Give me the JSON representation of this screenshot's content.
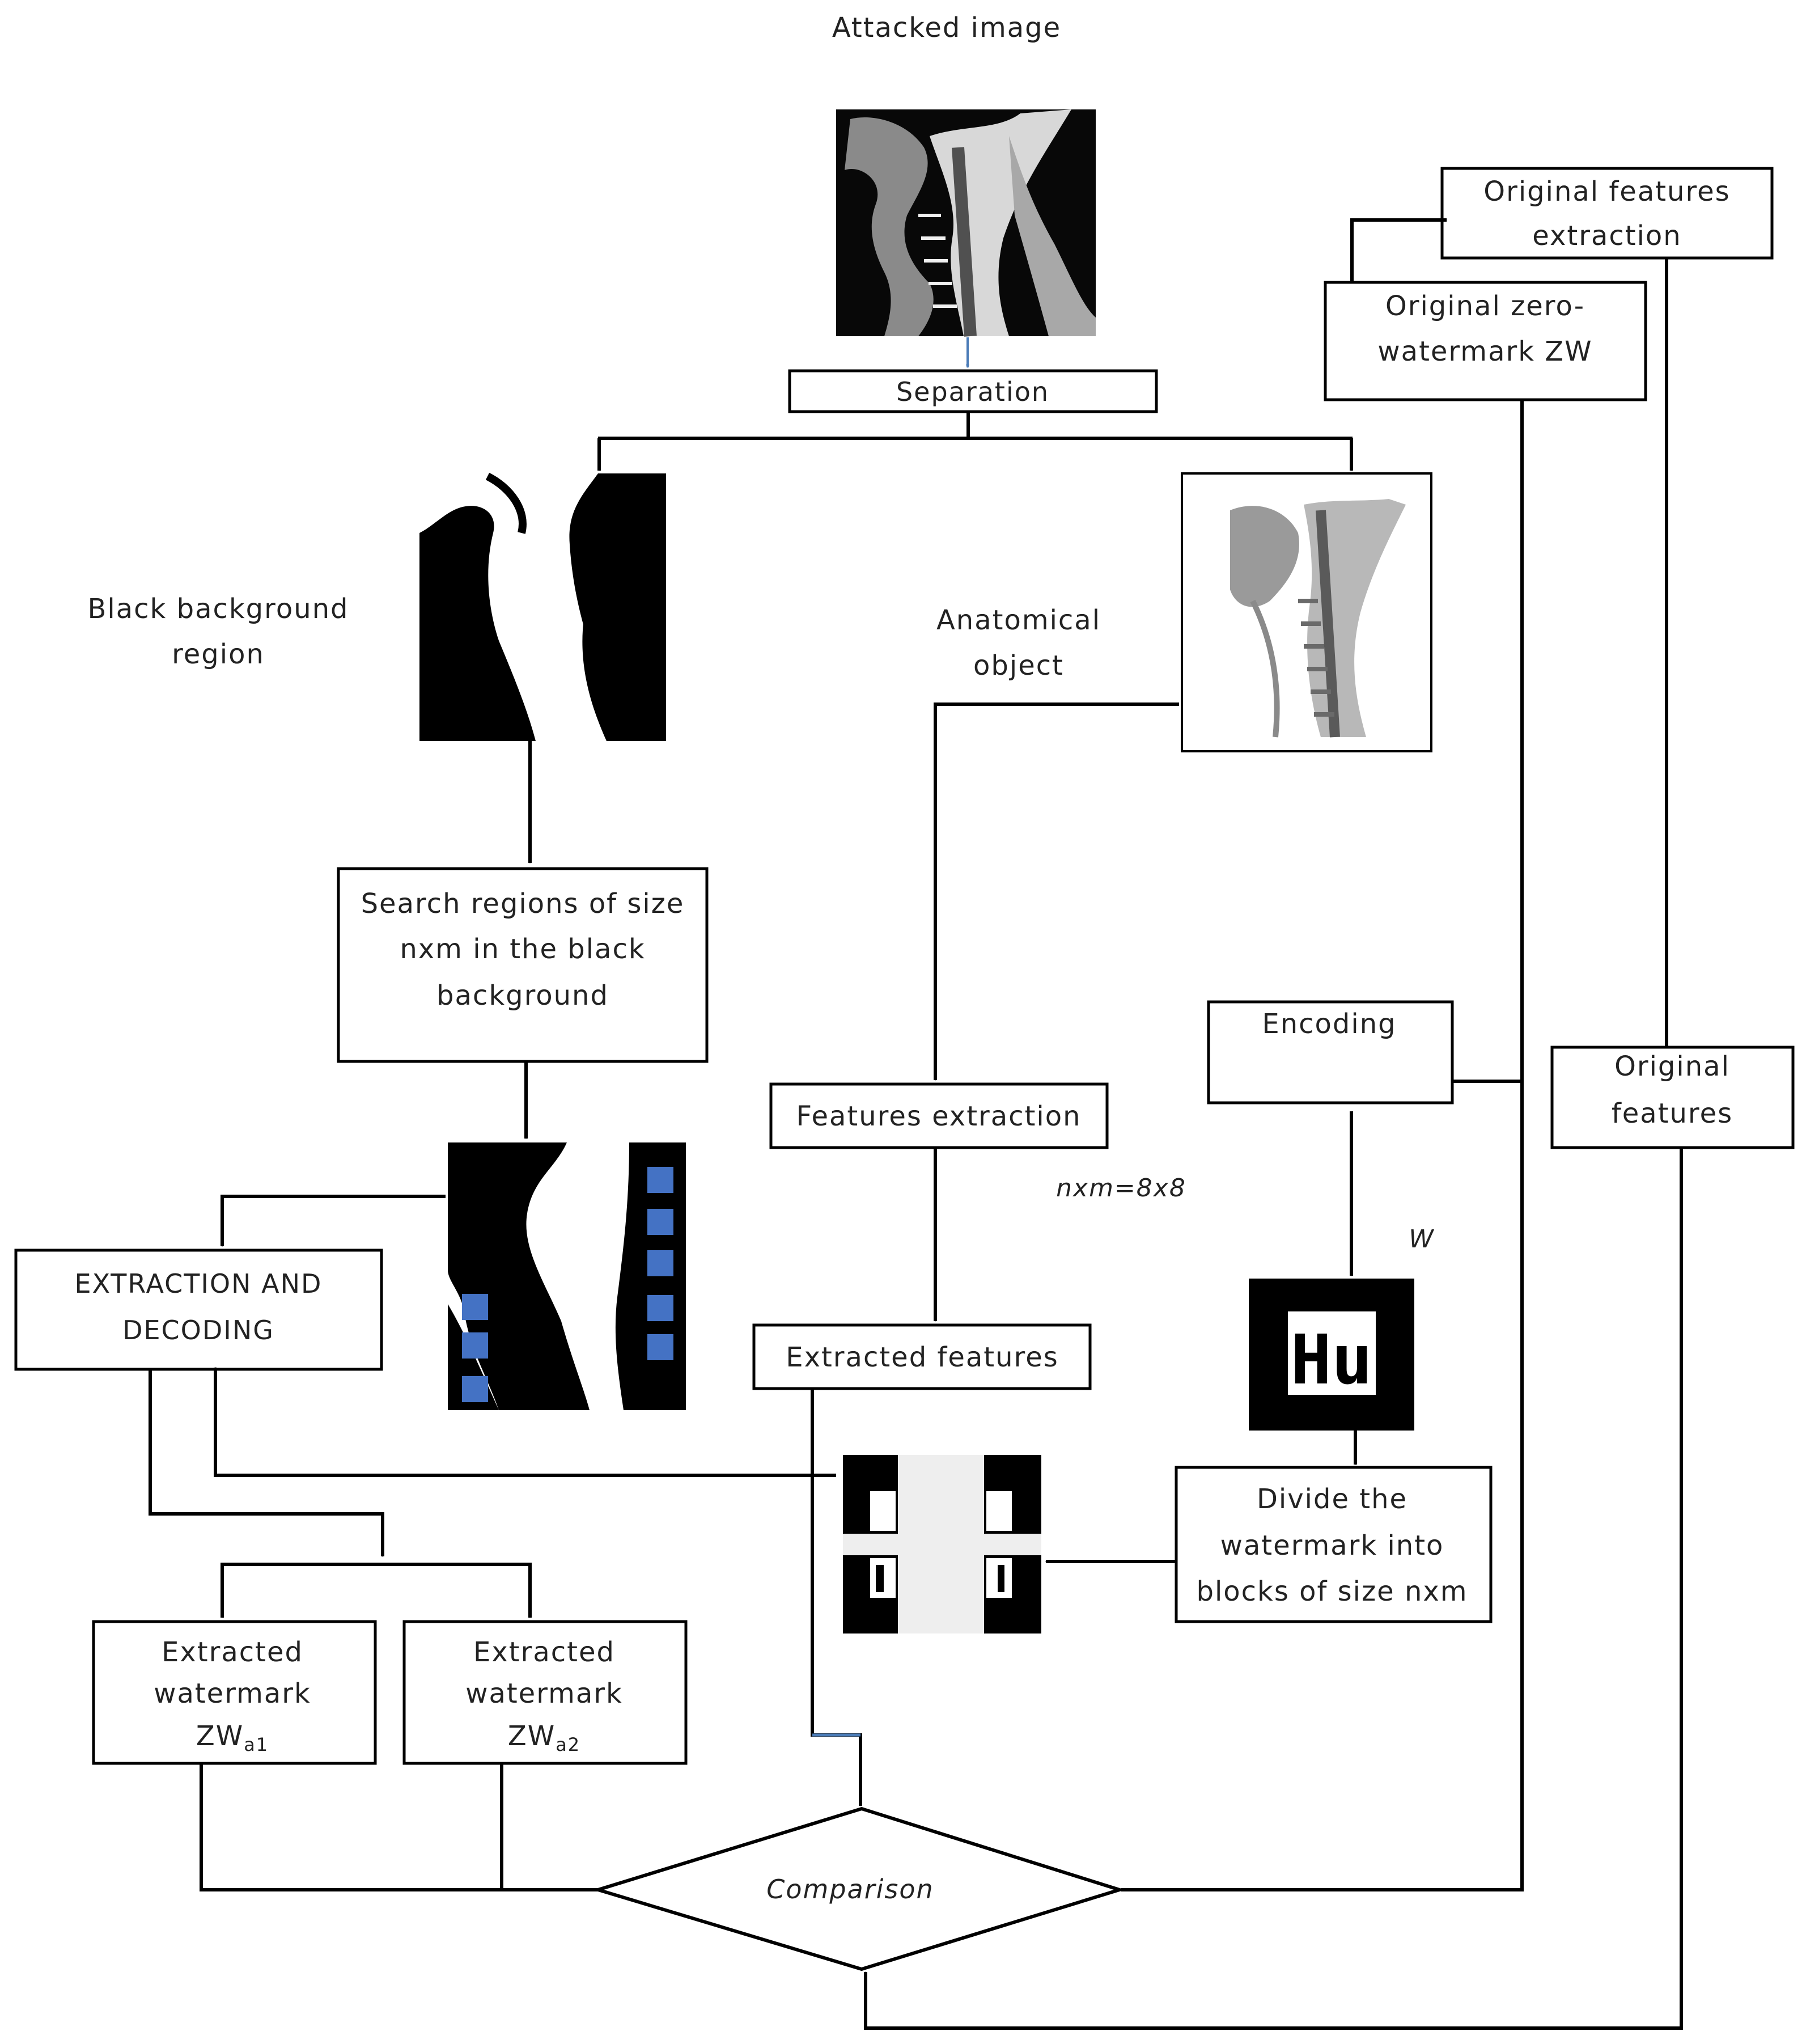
{
  "title": "Attacked image",
  "nodes": {
    "separation": "Separation",
    "black_region": [
      "Black background",
      "region"
    ],
    "anatomical": [
      "Anatomical",
      "object"
    ],
    "search": [
      "Search regions of size",
      "nxm in the black",
      "background"
    ],
    "features_extraction": "Features extraction",
    "nxm_note": "nxm=8x8",
    "extracted_features": "Extracted features",
    "extraction_decoding": [
      "EXTRACTION AND",
      "DECODING"
    ],
    "extracted_wm1": {
      "line1": "Extracted",
      "line2": "watermark",
      "base": "ZW",
      "sub": "a1"
    },
    "extracted_wm2": {
      "line1": "Extracted",
      "line2": "watermark",
      "base": "ZW",
      "sub": "a2"
    },
    "comparison": "Comparison",
    "orig_features_extraction": [
      "Original features",
      "extraction"
    ],
    "orig_zero_watermark": [
      "Original zero-",
      "watermark ZW"
    ],
    "encoding": "Encoding",
    "original_features": [
      "Original",
      "features"
    ],
    "w_label": "W",
    "divide": [
      "Divide the",
      "watermark into",
      "blocks of size nxm"
    ],
    "watermark_text": "Hu"
  },
  "colors": {
    "line": "#000000",
    "accent_blue": "#4a7bb7",
    "block_blue": "#4472c4",
    "light_gray": "#eeeeee"
  }
}
